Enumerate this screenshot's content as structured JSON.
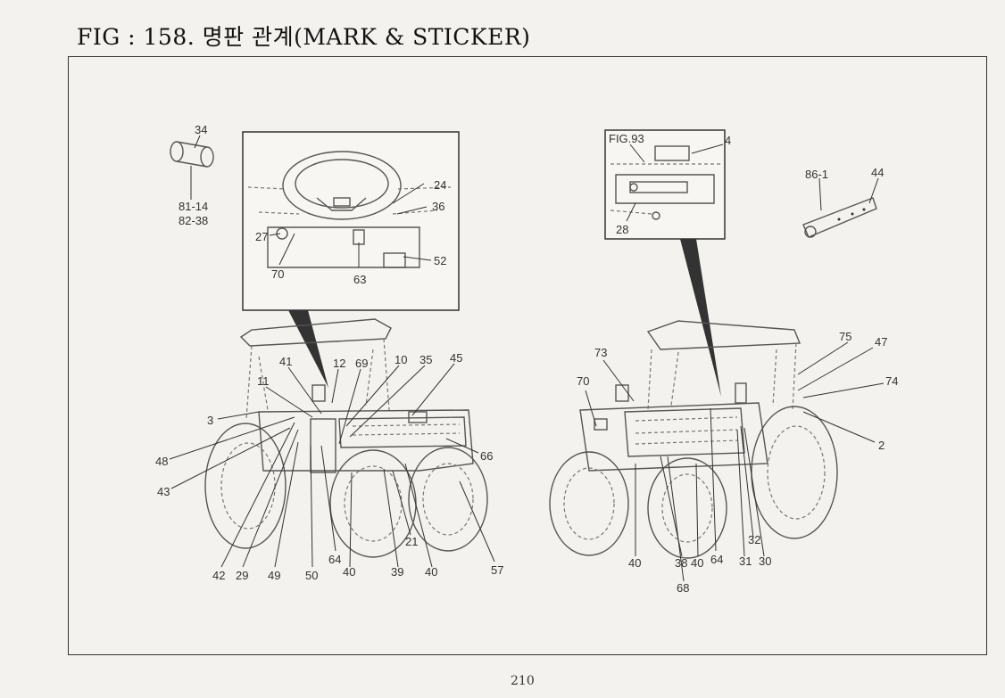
{
  "page": {
    "title": "FIG : 158. 명판 관계(MARK & STICKER)",
    "page_number": "210"
  },
  "left_view": {
    "detail_labels": [
      {
        "id": "l-24",
        "text": "24"
      },
      {
        "id": "l-36",
        "text": "36"
      },
      {
        "id": "l-27",
        "text": "27"
      },
      {
        "id": "l-70a",
        "text": "70"
      },
      {
        "id": "l-63",
        "text": "63"
      },
      {
        "id": "l-52",
        "text": "52"
      }
    ],
    "part_labels": [
      {
        "id": "l-34",
        "text": "34"
      },
      {
        "id": "l-81-14",
        "text": "81-14"
      },
      {
        "id": "l-82-38",
        "text": "82-38"
      },
      {
        "id": "l-41",
        "text": "41"
      },
      {
        "id": "l-12",
        "text": "12"
      },
      {
        "id": "l-69",
        "text": "69"
      },
      {
        "id": "l-10",
        "text": "10"
      },
      {
        "id": "l-35",
        "text": "35"
      },
      {
        "id": "l-45",
        "text": "45"
      },
      {
        "id": "l-11",
        "text": "11"
      },
      {
        "id": "l-3",
        "text": "3"
      },
      {
        "id": "l-48",
        "text": "48"
      },
      {
        "id": "l-43",
        "text": "43"
      },
      {
        "id": "l-66",
        "text": "66"
      },
      {
        "id": "l-21",
        "text": "21"
      },
      {
        "id": "l-64",
        "text": "64"
      },
      {
        "id": "l-42",
        "text": "42"
      },
      {
        "id": "l-29",
        "text": "29"
      },
      {
        "id": "l-49",
        "text": "49"
      },
      {
        "id": "l-50",
        "text": "50"
      },
      {
        "id": "l-40a",
        "text": "40"
      },
      {
        "id": "l-39",
        "text": "39"
      },
      {
        "id": "l-40b",
        "text": "40"
      },
      {
        "id": "l-57",
        "text": "57"
      }
    ]
  },
  "right_view": {
    "detail_labels": [
      {
        "id": "r-fig93",
        "text": "FIG.93"
      },
      {
        "id": "r-4",
        "text": "4"
      },
      {
        "id": "r-28",
        "text": "28"
      }
    ],
    "part_labels": [
      {
        "id": "r-86-1",
        "text": "86-1"
      },
      {
        "id": "r-44",
        "text": "44"
      },
      {
        "id": "r-73",
        "text": "73"
      },
      {
        "id": "r-70",
        "text": "70"
      },
      {
        "id": "r-75",
        "text": "75"
      },
      {
        "id": "r-47",
        "text": "47"
      },
      {
        "id": "r-74",
        "text": "74"
      },
      {
        "id": "r-2",
        "text": "2"
      },
      {
        "id": "r-40a",
        "text": "40"
      },
      {
        "id": "r-38",
        "text": "38"
      },
      {
        "id": "r-40b",
        "text": "40"
      },
      {
        "id": "r-64",
        "text": "64"
      },
      {
        "id": "r-31",
        "text": "31"
      },
      {
        "id": "r-30",
        "text": "30"
      },
      {
        "id": "r-32",
        "text": "32"
      },
      {
        "id": "r-68",
        "text": "68"
      }
    ]
  }
}
